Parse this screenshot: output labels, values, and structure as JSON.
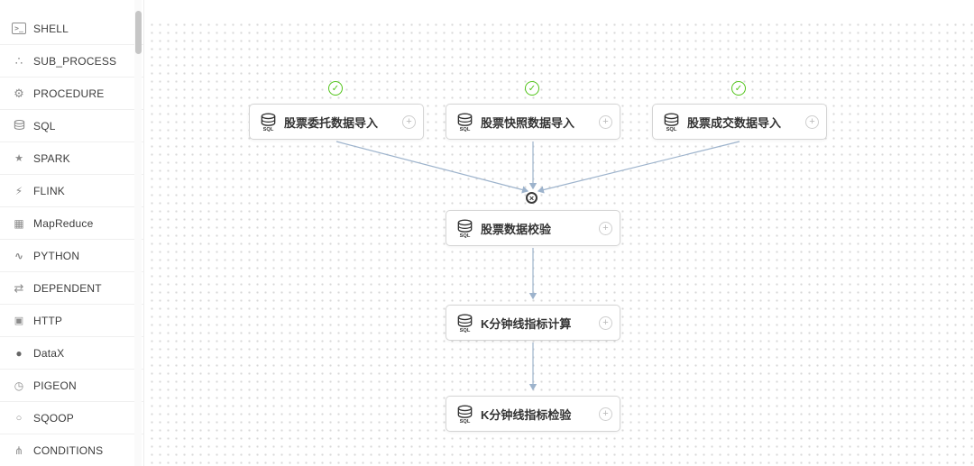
{
  "sidebar": {
    "items": [
      {
        "label": "SHELL",
        "icon": "shell-terminal-icon"
      },
      {
        "label": "SUB_PROCESS",
        "icon": "subprocess-icon"
      },
      {
        "label": "PROCEDURE",
        "icon": "procedure-gear-icon"
      },
      {
        "label": "SQL",
        "icon": "sql-database-icon"
      },
      {
        "label": "SPARK",
        "icon": "spark-icon"
      },
      {
        "label": "FLINK",
        "icon": "flink-icon"
      },
      {
        "label": "MapReduce",
        "icon": "mapreduce-icon"
      },
      {
        "label": "PYTHON",
        "icon": "python-icon"
      },
      {
        "label": "DEPENDENT",
        "icon": "dependent-icon"
      },
      {
        "label": "HTTP",
        "icon": "http-icon"
      },
      {
        "label": "DataX",
        "icon": "datax-icon"
      },
      {
        "label": "PIGEON",
        "icon": "pigeon-icon"
      },
      {
        "label": "SQOOP",
        "icon": "sqoop-icon"
      },
      {
        "label": "CONDITIONS",
        "icon": "conditions-icon"
      }
    ]
  },
  "canvas": {
    "nodes": [
      {
        "id": "n1",
        "type": "SQL",
        "label": "股票委托数据导入",
        "status": "success"
      },
      {
        "id": "n2",
        "type": "SQL",
        "label": "股票快照数据导入",
        "status": "success"
      },
      {
        "id": "n3",
        "type": "SQL",
        "label": "股票成交数据导入",
        "status": "success"
      },
      {
        "id": "n4",
        "type": "SQL",
        "label": "股票数据校验",
        "status": "none"
      },
      {
        "id": "n5",
        "type": "SQL",
        "label": "K分钟线指标计算",
        "status": "none"
      },
      {
        "id": "n6",
        "type": "SQL",
        "label": "K分钟线指标检验",
        "status": "none"
      }
    ],
    "edges": [
      {
        "from": "n1",
        "to": "n4"
      },
      {
        "from": "n2",
        "to": "n4"
      },
      {
        "from": "n3",
        "to": "n4"
      },
      {
        "from": "n4",
        "to": "n5"
      },
      {
        "from": "n5",
        "to": "n6"
      }
    ]
  },
  "colors": {
    "success": "#52c41a",
    "edge": "#9db3cc",
    "node_border": "#d5d5d5",
    "node_text": "#333333"
  }
}
